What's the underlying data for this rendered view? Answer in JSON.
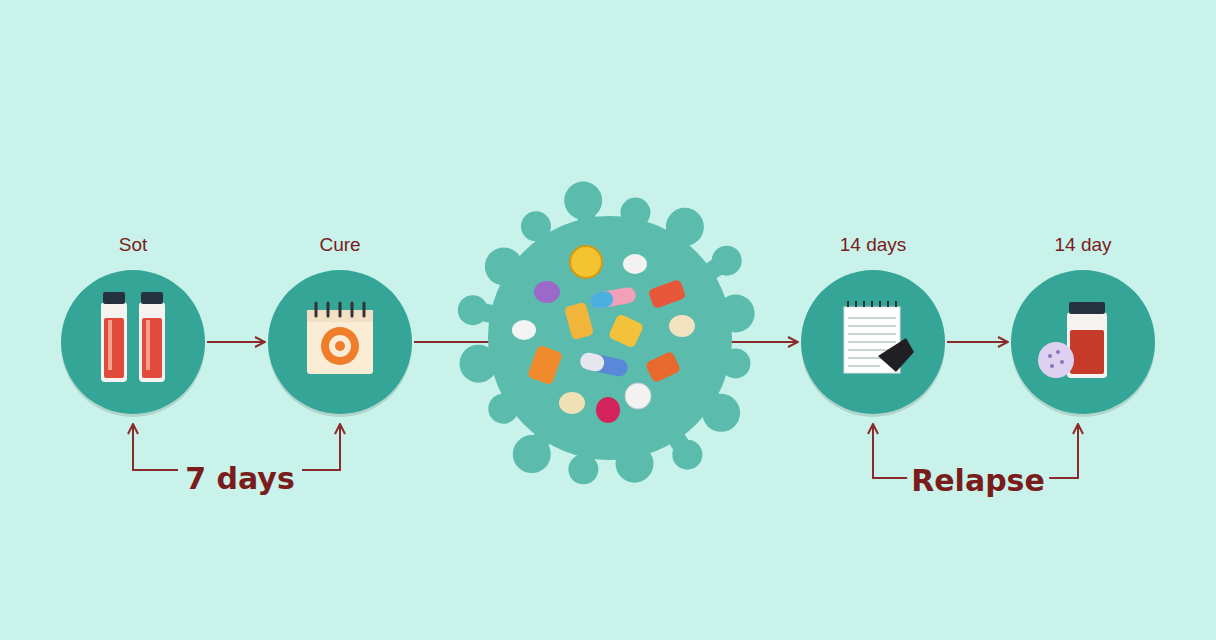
{
  "diagram": {
    "nodes": [
      {
        "text": [
          "Sot"
        ]
      },
      {
        "text": [
          "Cure"
        ]
      },
      {
        "text": [
          "14 days"
        ]
      },
      {
        "text": [
          "14 day"
        ]
      }
    ],
    "edges": [
      {
        "from": 0,
        "to": 1,
        "arrow": "to"
      },
      {
        "from": 1,
        "to": 2,
        "arrow": "to"
      },
      {
        "from": 2,
        "to": 3,
        "arrow": "to"
      }
    ],
    "labels": [
      "7 days",
      "Relapse"
    ]
  }
}
